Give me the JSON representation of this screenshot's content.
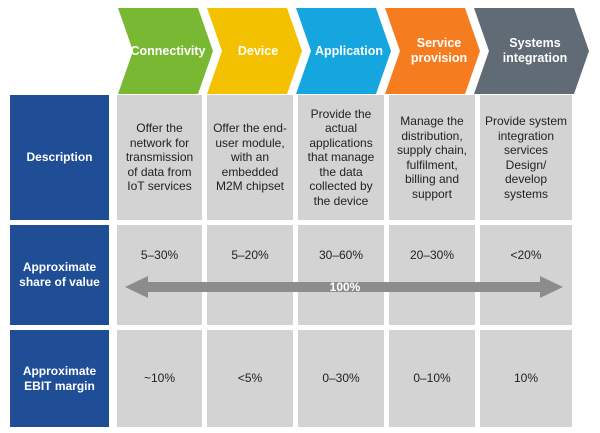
{
  "stages": [
    {
      "label": "Connectivity",
      "color": "#78b833"
    },
    {
      "label": "Device",
      "color": "#f3c100"
    },
    {
      "label": "Application",
      "color": "#15a6e0"
    },
    {
      "label": "Service provision",
      "color": "#f57d20"
    },
    {
      "label": "Systems integration",
      "color": "#616b76"
    }
  ],
  "rows": {
    "description": {
      "label": "Description",
      "cells": [
        "Offer the network for transmission of data from IoT services",
        "Offer the end-user module, with an embedded M2M chipset",
        "Provide the actual applications that manage the data collected by the device",
        "Manage the distribution, supply chain, fulfilment, billing and support",
        "Provide system integration services Design/ develop systems"
      ]
    },
    "share": {
      "label": "Approximate share of value",
      "cells": [
        "5–30%",
        "5–20%",
        "30–60%",
        "20–30%",
        "<20%"
      ],
      "arrow_label": "100%"
    },
    "ebit": {
      "label": "Approximate EBIT margin",
      "cells": [
        "~10%",
        "<5%",
        "0–30%",
        "0–10%",
        "10%"
      ]
    }
  },
  "colors": {
    "row_header": "#1f4e97",
    "cell_bg": "#d3d3d3",
    "arrow": "#8c8c8c"
  }
}
